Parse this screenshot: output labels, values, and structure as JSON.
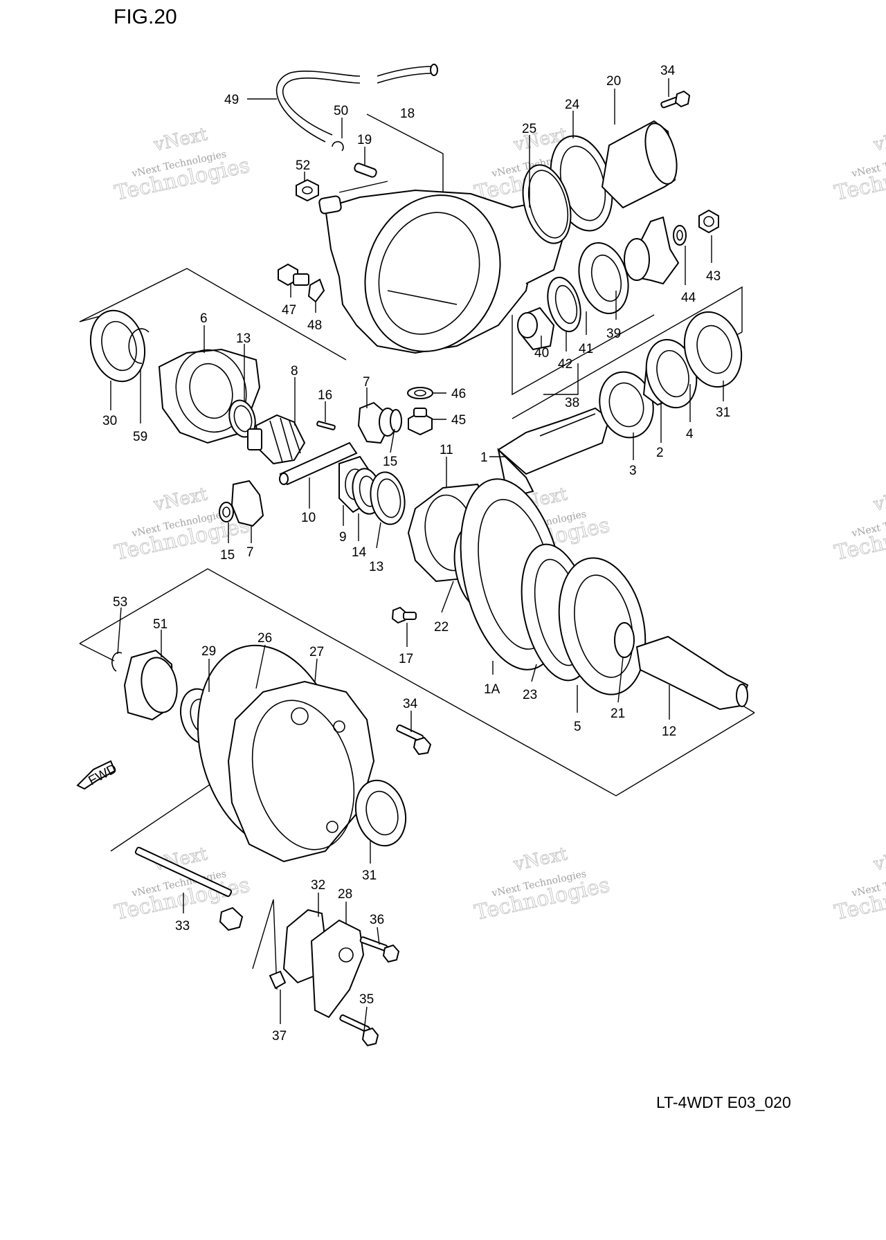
{
  "figure_title": "FIG.20",
  "drawing_code": "LT-4WDT E03_020",
  "watermark": {
    "line1": "vNext",
    "line2": "vNext Technologies",
    "line3": "Technologies"
  },
  "fwd_label": "FWD",
  "callouts": {
    "p49": "49",
    "p50": "50",
    "p18": "18",
    "p19": "19",
    "p52": "52",
    "p25": "25",
    "p24": "24",
    "p20": "20",
    "p34a": "34",
    "p47": "47",
    "p48": "48",
    "p44": "44",
    "p43": "43",
    "p39": "39",
    "p41": "41",
    "p42": "42",
    "p40": "40",
    "p38": "38",
    "p6": "6",
    "p13a": "13",
    "p30": "30",
    "p59": "59",
    "p8": "8",
    "p16": "16",
    "p7a": "7",
    "p46": "46",
    "p45": "45",
    "p15a": "15",
    "p1": "1",
    "p3": "3",
    "p2": "2",
    "p4": "4",
    "p31a": "31",
    "p10": "10",
    "p15b": "15",
    "p7b": "7",
    "p9": "9",
    "p14": "14",
    "p13b": "13",
    "p11": "11",
    "p22": "22",
    "p17": "17",
    "p1A": "1A",
    "p23": "23",
    "p5": "5",
    "p21": "21",
    "p12": "12",
    "p53": "53",
    "p51": "51",
    "p29": "29",
    "p26": "26",
    "p27": "27",
    "p34b": "34",
    "p31b": "31",
    "p33": "33",
    "p32": "32",
    "p28": "28",
    "p36": "36",
    "p35": "35",
    "p37": "37"
  }
}
